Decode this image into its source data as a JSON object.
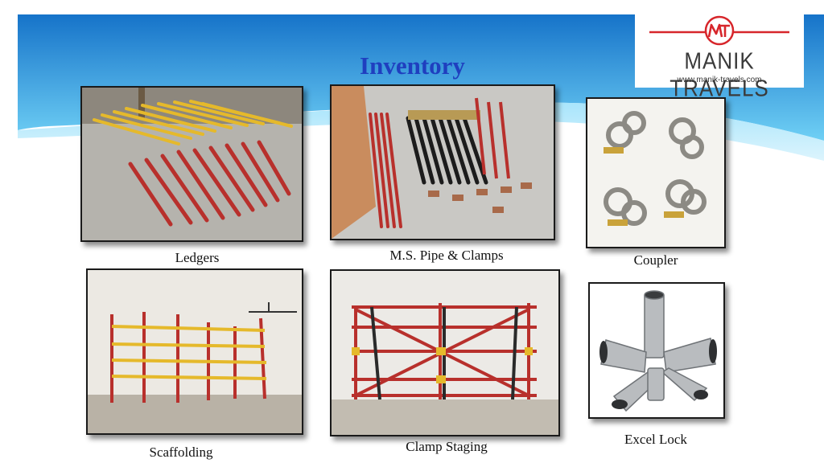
{
  "slide": {
    "title": "Inventory",
    "logo": {
      "name": "MANIK TRAVELS",
      "url": "www.manik-travels.com",
      "icon": "mt-monogram-icon"
    },
    "colors": {
      "title": "#1f3fbf",
      "band_top": "#1673c9",
      "band_bottom": "#6fd0f5",
      "pipe_red": "#b8302c",
      "pipe_yellow": "#e5b92b"
    },
    "items": [
      {
        "caption": "Ledgers"
      },
      {
        "caption": "M.S. Pipe & Clamps"
      },
      {
        "caption": "Coupler"
      },
      {
        "caption": "Scaffolding"
      },
      {
        "caption": "Clamp  Staging"
      },
      {
        "caption": "Excel Lock"
      }
    ]
  }
}
